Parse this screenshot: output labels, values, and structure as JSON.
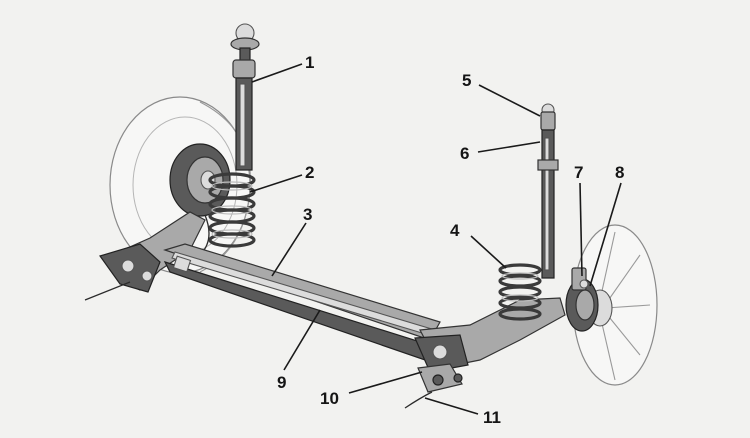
{
  "callouts": [
    {
      "number": "1"
    },
    {
      "number": "2"
    },
    {
      "number": "3"
    },
    {
      "number": "4"
    },
    {
      "number": "5"
    },
    {
      "number": "6"
    },
    {
      "number": "7"
    },
    {
      "number": "8"
    },
    {
      "number": "9"
    },
    {
      "number": "10"
    },
    {
      "number": "11"
    }
  ]
}
